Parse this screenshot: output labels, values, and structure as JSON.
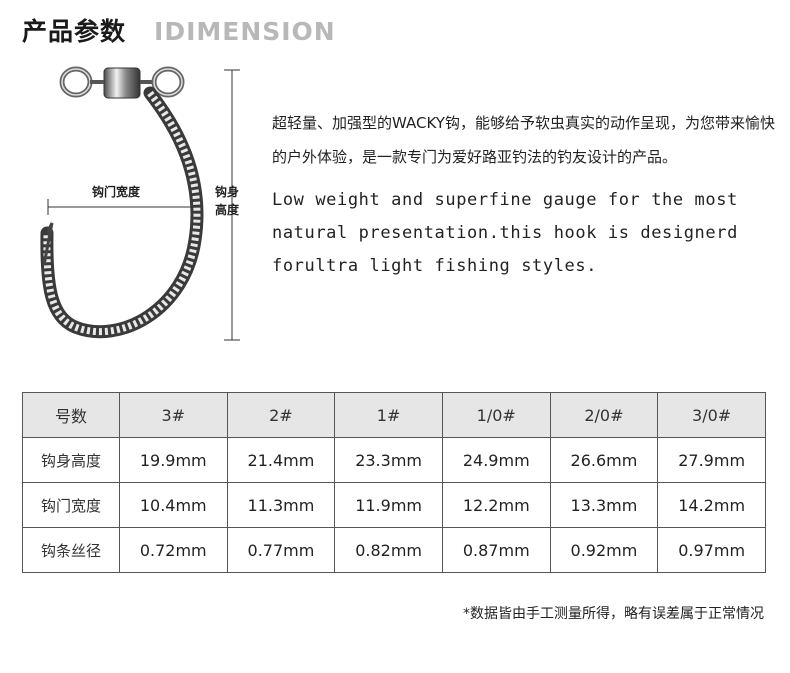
{
  "header": {
    "title_cn": "产品参数",
    "title_en": "IDIMENSION"
  },
  "figure": {
    "width_label": "钩门宽度",
    "height_label_line1": "钩身",
    "height_label_line2": "高度"
  },
  "description": {
    "cn": "超轻量、加强型的WACKY钩，能够给予软虫真实的动作呈现，为您带来愉快的户外体验，是一款专门为爱好路亚钓法的钓友设计的产品。",
    "en_line1": "Low weight and superfine gauge for the most",
    "en_line2": "natural presentation.this hook is designerd",
    "en_line3": "forultra light fishing styles."
  },
  "table": {
    "header": [
      "号数",
      "3#",
      "2#",
      "1#",
      "1/0#",
      "2/0#",
      "3/0#"
    ],
    "rows": [
      [
        "钩身高度",
        "19.9mm",
        "21.4mm",
        "23.3mm",
        "24.9mm",
        "26.6mm",
        "27.9mm"
      ],
      [
        "钩门宽度",
        "10.4mm",
        "11.3mm",
        "11.9mm",
        "12.2mm",
        "13.3mm",
        "14.2mm"
      ],
      [
        "钩条丝径",
        "0.72mm",
        "0.77mm",
        "0.82mm",
        "0.87mm",
        "0.92mm",
        "0.97mm"
      ]
    ]
  },
  "note": "*数据皆由手工测量所得，略有误差属于正常情况"
}
